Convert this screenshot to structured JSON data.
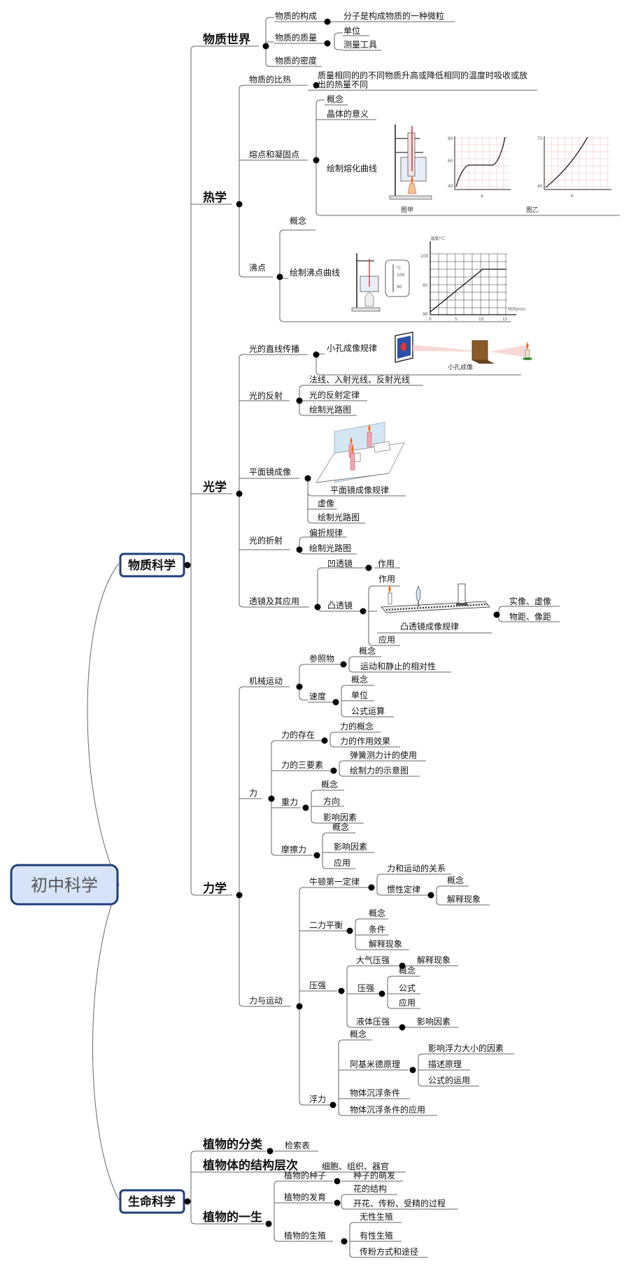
{
  "root": "初中科学",
  "branches": {
    "material_science": "物质科学",
    "life_science": "生命科学"
  },
  "material_world": {
    "title": "物质世界",
    "composition": "物质的构成",
    "composition_detail": "分子是构成物质的一种微粒",
    "mass": "物质的质量",
    "mass_unit": "单位",
    "mass_tool": "测量工具",
    "density": "物质的密度"
  },
  "heat": {
    "title": "热学",
    "specific_heat": "物质的比热",
    "specific_heat_detail_1": "质量相同的的不同物质升高或降低相同的温度时吸收或放",
    "specific_heat_detail_2": "出的热量不同",
    "melting": "熔点和凝固点",
    "melting_concept": "概念",
    "crystal_meaning": "晶体的意义",
    "melting_curve": "绘制熔化曲线",
    "caption_jia": "图甲",
    "caption_yi": "图乙",
    "boiling": "沸点",
    "boiling_concept": "概念",
    "boiling_curve": "绘制沸点曲线"
  },
  "optics": {
    "title": "光学",
    "straight": "光的直线传播",
    "pinhole_rule": "小孔成像规律",
    "pinhole_caption": "小孔成像",
    "reflection": "光的反射",
    "refl_lines": "法线、入射光线、反射光线",
    "refl_law": "光的反射定律",
    "refl_draw": "绘制光路图",
    "plane_mirror": "平面镜成像",
    "plane_rule": "平面镜成像规律",
    "virtual_image": "虚像",
    "plane_draw": "绘制光路图",
    "refraction": "光的折射",
    "refr_rule": "偏折规律",
    "refr_draw": "绘制光路图",
    "lens": "透镜及其应用",
    "concave": "凹透镜",
    "concave_use": "作用",
    "convex": "凸透镜",
    "convex_use": "作用",
    "convex_rule": "凸透镜成像规律",
    "real_virtual": "实像、虚像",
    "distances": "物距、像距",
    "convex_app": "应用"
  },
  "mechanics": {
    "title": "力学",
    "motion": "机械运动",
    "reference": "参照物",
    "ref_concept": "概念",
    "ref_relative": "运动和静止的相对性",
    "speed": "速度",
    "speed_concept": "概念",
    "speed_unit": "单位",
    "speed_formula": "公式运算",
    "force": "力",
    "force_exist": "力的存在",
    "force_concept": "力的概念",
    "force_effect": "力的作用效果",
    "three_elements": "力的三要素",
    "spring_scale": "弹簧测力计的使用",
    "force_diagram": "绘制力的示意图",
    "gravity": "重力",
    "grav_concept": "概念",
    "grav_direction": "方向",
    "grav_factors": "影响因素",
    "friction": "摩擦力",
    "fric_concept": "概念",
    "fric_factors": "影响因素",
    "fric_app": "应用",
    "force_motion": "力与运动",
    "newton1": "牛顿第一定律",
    "force_motion_rel": "力和运动的关系",
    "inertia": "惯性定律",
    "inertia_concept": "概念",
    "inertia_explain": "解释现象",
    "balance": "二力平衡",
    "bal_concept": "概念",
    "bal_condition": "条件",
    "bal_explain": "解释现象",
    "pressure": "压强",
    "atm_pressure": "大气压强",
    "atm_explain": "解释现象",
    "pressure_sub": "压强",
    "p_concept": "概念",
    "p_formula": "公式",
    "p_app": "应用",
    "liquid_pressure": "液体压强",
    "liquid_factors": "影响因素",
    "buoyancy": "浮力",
    "buoy_concept": "概念",
    "archimedes": "阿基米德原理",
    "buoy_factors": "影响浮力大小的因素",
    "describe_principle": "描述原理",
    "formula_use": "公式的运用",
    "float_condition": "物体沉浮条件",
    "float_app": "物体沉浮条件的应用"
  },
  "life": {
    "classification": "植物的分类",
    "key_table": "检索表",
    "structure": "植物体的结构层次",
    "structure_detail": "细胞、组织、器官",
    "life_cycle": "植物的一生",
    "seed": "植物的种子",
    "germination": "种子的萌发",
    "development": "植物的发育",
    "flower_structure": "花的结构",
    "flowering": "开花、传粉、受精的过程",
    "reproduction": "植物的生殖",
    "asexual": "无性生殖",
    "sexual": "有性生殖",
    "pollination": "传粉方式和途径"
  },
  "colors": {
    "node_border": "#1f3f7a",
    "node_fill": "#ffffff",
    "root_fill": "#d7e3f8",
    "connector": "#666666",
    "collapse_icon": "#4a6fb0",
    "graph_grid": "#f3b9b9",
    "graph_line": "#222222"
  },
  "icons": [
    "collapse-icon"
  ]
}
